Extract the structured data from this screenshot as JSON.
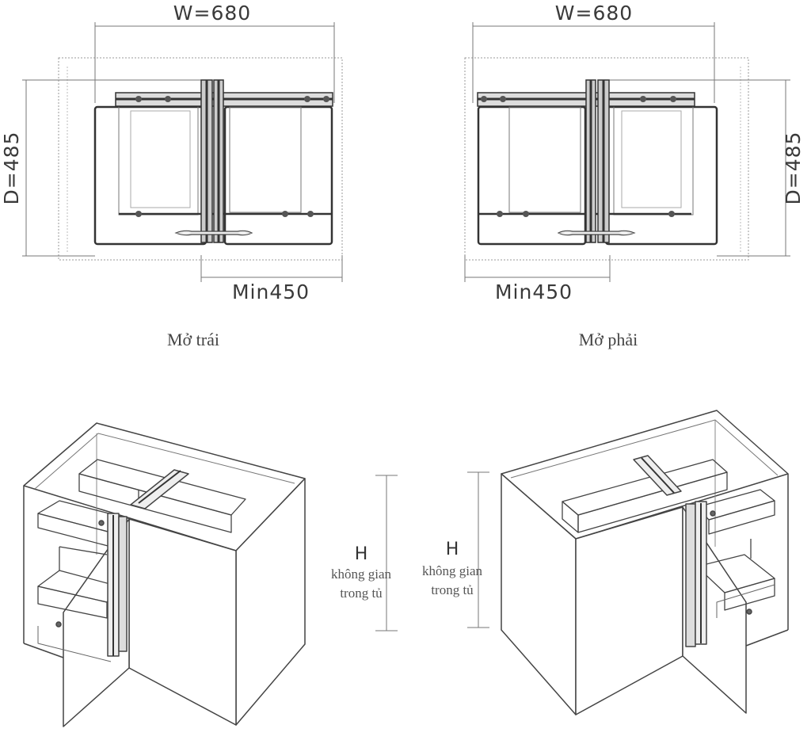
{
  "plans": [
    {
      "width_label": "W=680",
      "depth_label": "D=485",
      "min_label": "Min450",
      "caption": "Mở trái"
    },
    {
      "width_label": "W=680",
      "depth_label": "D=485",
      "min_label": "Min450",
      "caption": "Mở phải"
    }
  ],
  "height_annotations": [
    {
      "letter": "H",
      "line1": "không gian",
      "line2": "trong tủ"
    },
    {
      "letter": "H",
      "line1": "không gian",
      "line2": "trong tủ"
    }
  ],
  "colors": {
    "line": "#555555",
    "dark": "#333333",
    "dim": "#777777",
    "frame": "#9a9a9a"
  }
}
